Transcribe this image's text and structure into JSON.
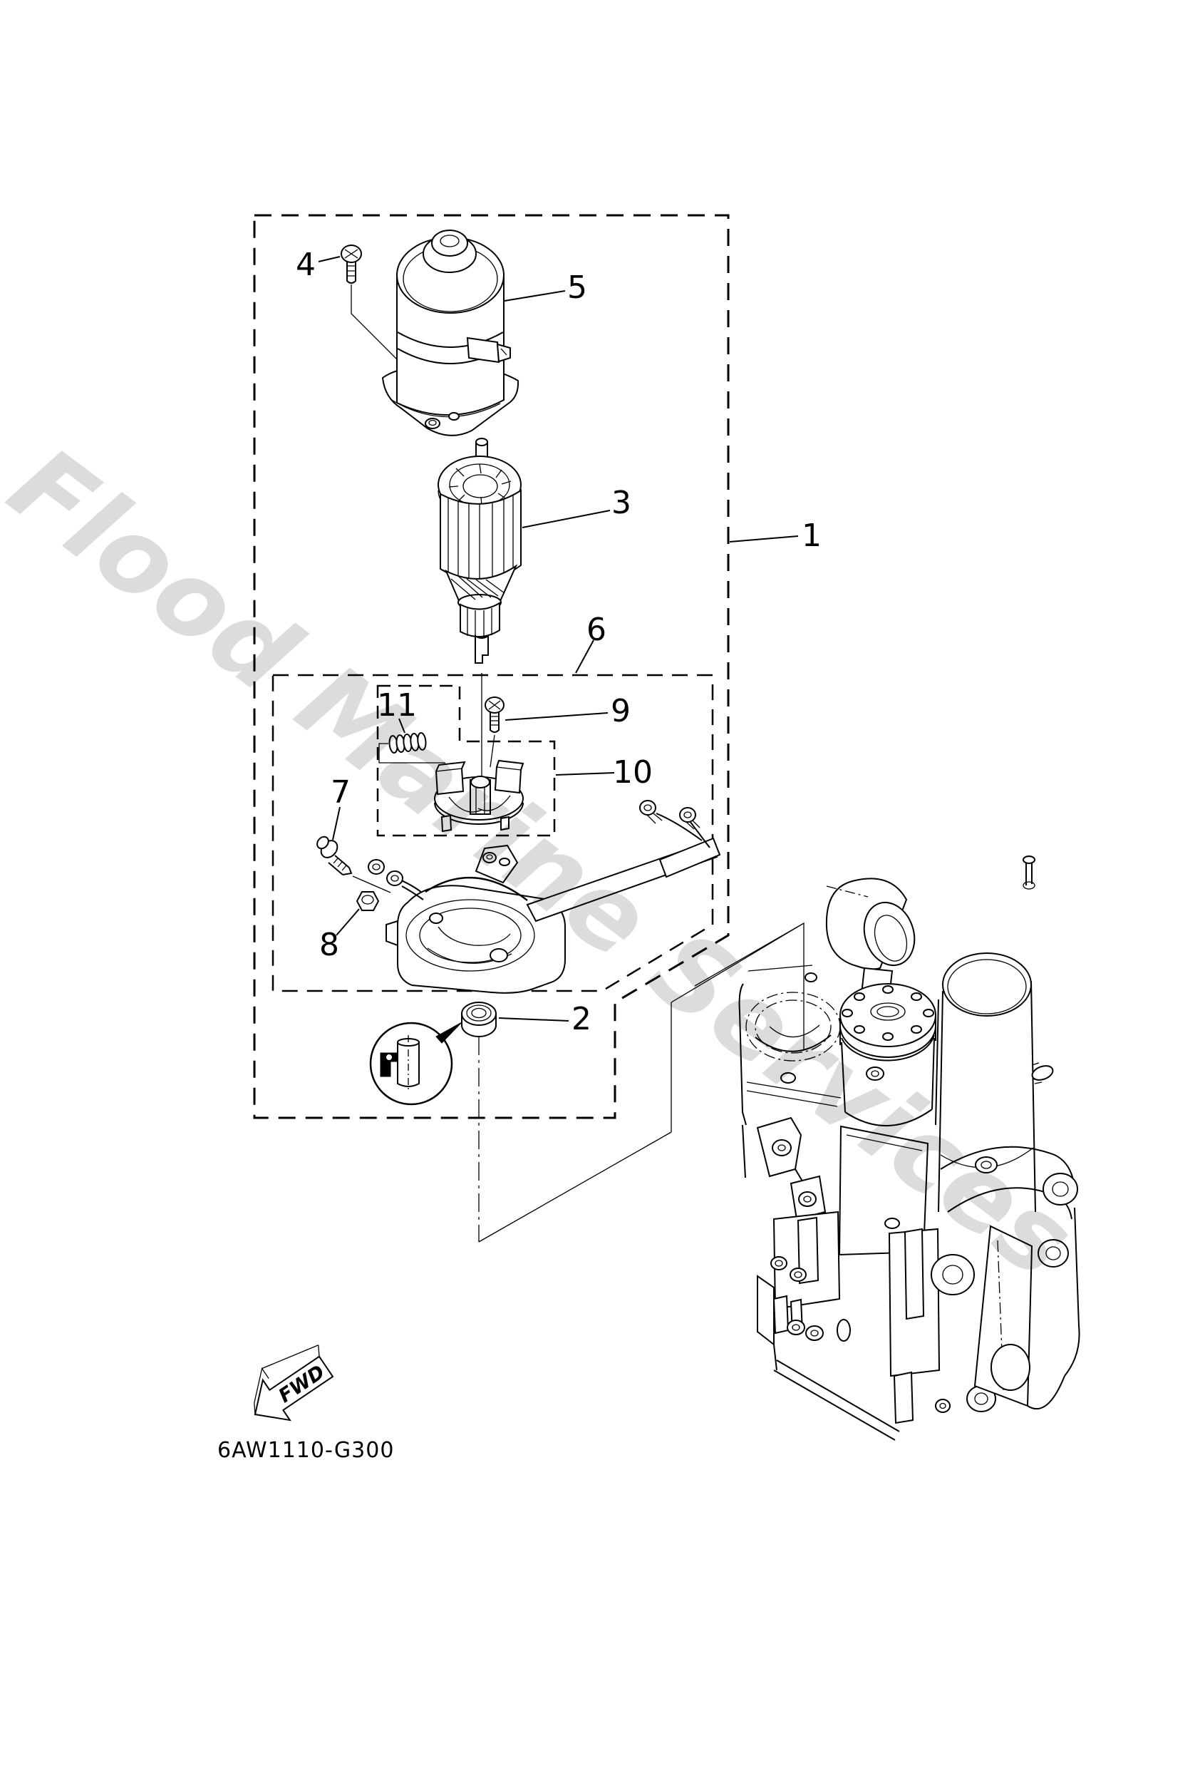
{
  "diagram": {
    "code": "6AW1110-G300",
    "fwd_label": "FWD",
    "watermark": "Flood Marine Services",
    "callouts": [
      "1",
      "2",
      "3",
      "4",
      "5",
      "6",
      "7",
      "8",
      "9",
      "10",
      "11"
    ]
  },
  "colors": {
    "line": "#000000",
    "watermark_gray": "#dcdcdc",
    "background": "#ffffff"
  }
}
